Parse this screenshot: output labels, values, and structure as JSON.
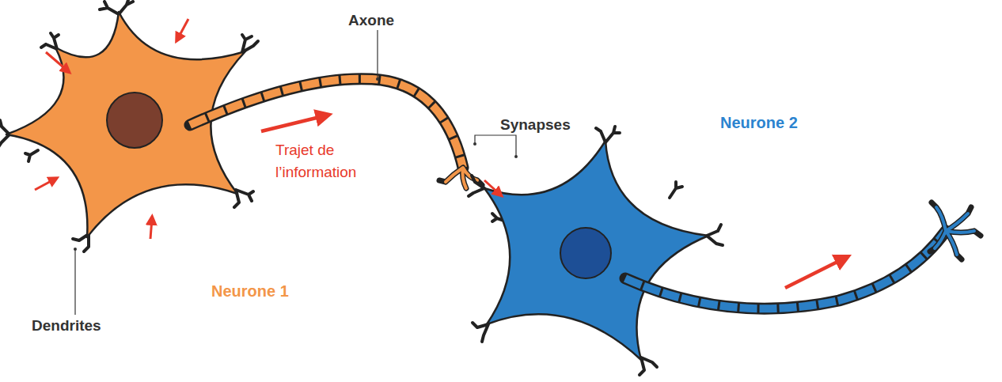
{
  "diagram": {
    "labels": [
      "Axone",
      "Synapses",
      "Neurone 2",
      "Trajet de l’information",
      "Neurone 1",
      "Dendrites"
    ]
  }
}
